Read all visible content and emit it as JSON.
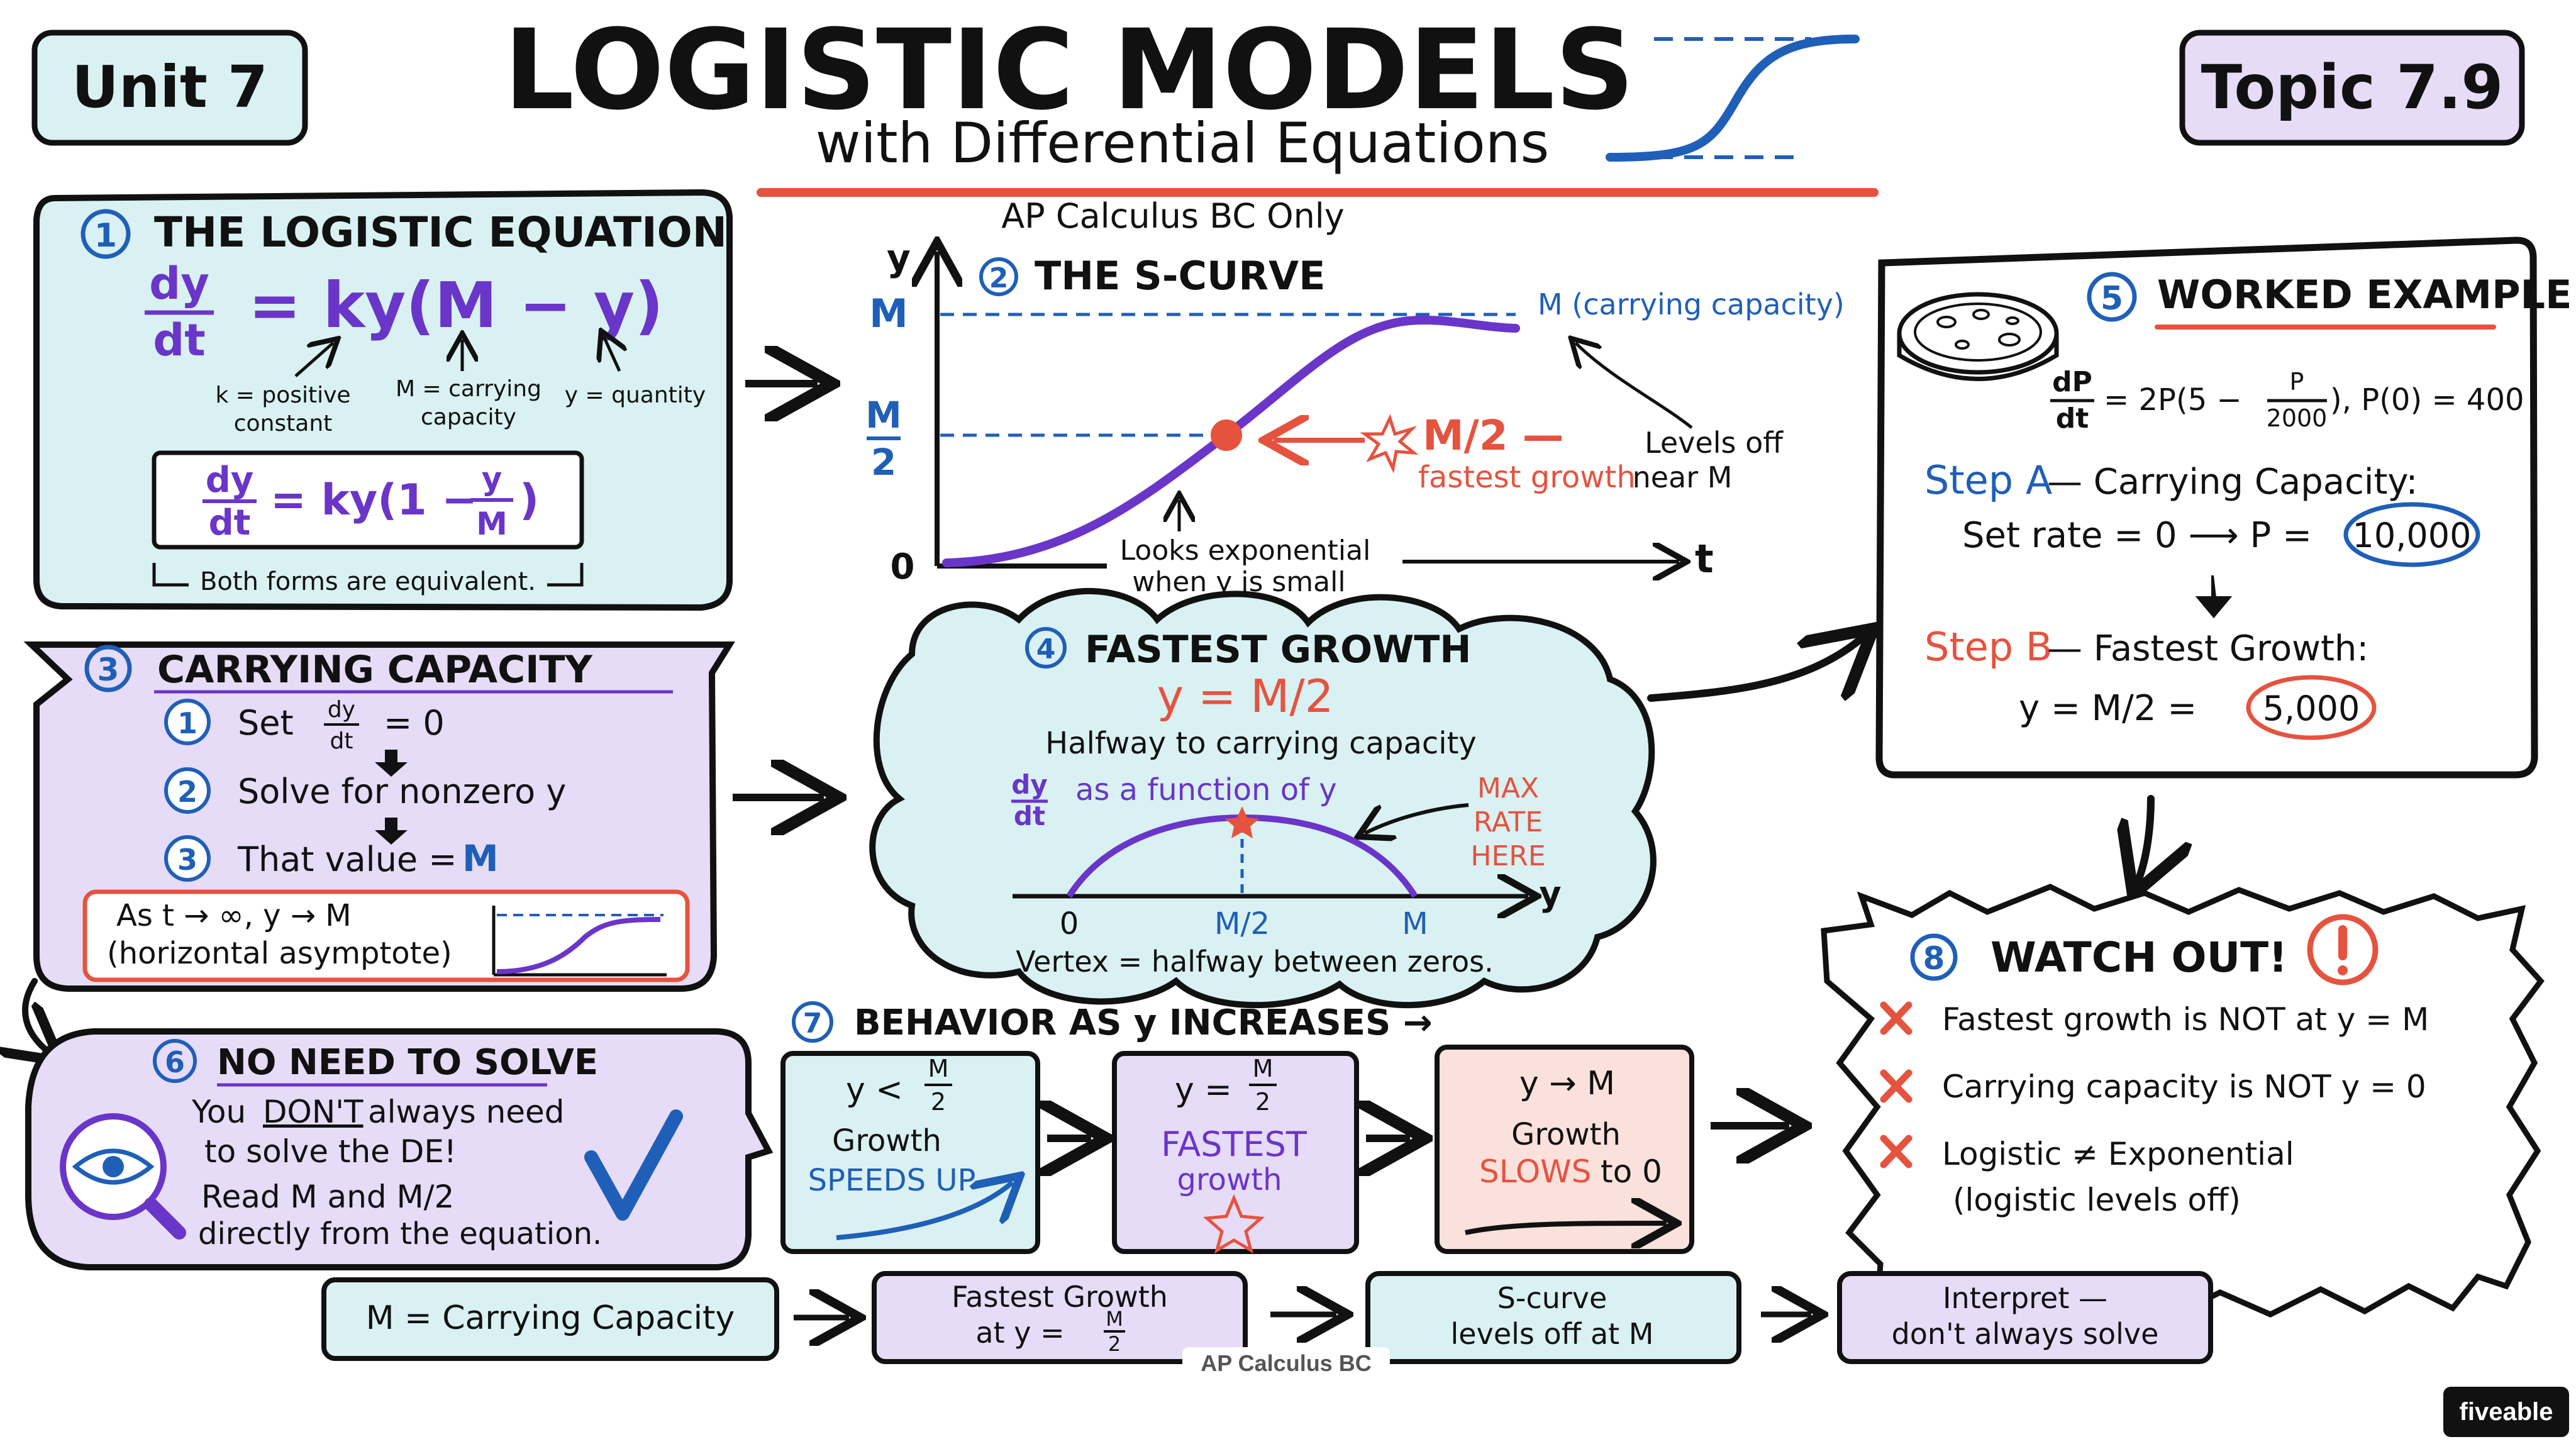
{
  "header": {
    "unit_badge": "Unit 7",
    "topic_badge": "Topic 7.9",
    "title": "LOGISTIC MODELS",
    "subtitle": "with Differential Equations",
    "course_note": "AP Calculus BC Only"
  },
  "section1": {
    "number": "1",
    "title": "THE LOGISTIC EQUATION",
    "eq_dy": "dy",
    "eq_dt": "dt",
    "eq_rhs": "= ky(M − y)",
    "label_k": [
      "k = positive",
      "constant"
    ],
    "label_M": [
      "M = carrying",
      "capacity"
    ],
    "label_y": "y = quantity",
    "alt_rhs_left": "= ky(1 −",
    "alt_frac_top": "y",
    "alt_frac_bottom": "M",
    "alt_rhs_right": ")",
    "note": "Both forms are equivalent."
  },
  "section2": {
    "number": "2",
    "title": "THE S-CURVE",
    "y_axis": "y",
    "x_axis": "t",
    "label_M": "M",
    "label_M2_top": "M",
    "label_M2_bottom": "2",
    "label_zero": "0",
    "carrying_label": "M (carrying capacity)",
    "mid_label": "M/2 —",
    "mid_sub": "fastest growth",
    "levels_off": [
      "Levels off",
      "near M"
    ],
    "looks_exp": [
      "Looks exponential",
      "when y is small"
    ]
  },
  "section3": {
    "number": "3",
    "title": "CARRYING CAPACITY",
    "steps": [
      {
        "num": "1",
        "pre": "Set",
        "frac_top": "dy",
        "frac_bottom": "dt",
        "post": "= 0"
      },
      {
        "num": "2",
        "pre": "Solve for nonzero y"
      },
      {
        "num": "3",
        "pre": "That value =",
        "post": "M"
      }
    ],
    "limit_line1": "As t → ∞,  y → M",
    "limit_line2": "(horizontal asymptote)"
  },
  "section4": {
    "number": "4",
    "title": "FASTEST GROWTH",
    "formula": "y = M/2",
    "line1": "Halfway to carrying capacity",
    "frac_top": "dy",
    "frac_bottom": "dt",
    "func_label": "as a function of y",
    "max_rate": [
      "MAX",
      "RATE",
      "HERE"
    ],
    "tick_zero": "0",
    "tick_mid": "M/2",
    "tick_M": "M",
    "axis_y": "y",
    "vertex_note": "Vertex = halfway between zeros."
  },
  "section5": {
    "number": "5",
    "title": "WORKED EXAMPLE",
    "eq_dP": "dP",
    "eq_dt": "dt",
    "eq_mid": "= 2P(5 −",
    "eq_frac_top": "P",
    "eq_frac_bottom": "2000",
    "eq_end": "),  P(0) = 400",
    "stepA_label": "Step A",
    "stepA_text": "— Carrying Capacity:",
    "stepA_work": "Set rate = 0  ⟶  P =",
    "stepA_answer": "10,000",
    "stepB_label": "Step B",
    "stepB_text": "— Fastest Growth:",
    "stepB_work": "y = M/2 =",
    "stepB_answer": "5,000"
  },
  "section6": {
    "number": "6",
    "title": "NO NEED TO SOLVE",
    "line1_a": "You",
    "line1_b": "DON'T",
    "line1_c": "always need",
    "line2": "to solve the DE!",
    "line3": "Read M and M/2",
    "line4": "directly from the equation."
  },
  "section7": {
    "number": "7",
    "title": "BEHAVIOR AS y INCREASES →",
    "box1_cond_pre": "y <",
    "box1_frac_top": "M",
    "box1_frac_bottom": "2",
    "box1_l1": "Growth",
    "box1_l2": "SPEEDS UP",
    "box2_cond_pre": "y =",
    "box2_frac_top": "M",
    "box2_frac_bottom": "2",
    "box2_l1": "FASTEST",
    "box2_l2": "growth",
    "box3_cond": "y → M",
    "box3_l1": "Growth",
    "box3_l2a": "SLOWS",
    "box3_l2b": "to 0"
  },
  "section8": {
    "number": "8",
    "title": "WATCH OUT!",
    "items": [
      "Fastest growth is NOT at y = M",
      "Carrying capacity is NOT y = 0",
      "Logistic ≠ Exponential"
    ],
    "item3_sub": "(logistic levels off)"
  },
  "summary": {
    "s1": "M = Carrying Capacity",
    "s2_l1": "Fastest Growth",
    "s2_l2": "at y =",
    "s2_frac_top": "M",
    "s2_frac_bottom": "2",
    "s3_l1": "S-curve",
    "s3_l2": "levels off at M",
    "s4_l1": "Interpret —",
    "s4_l2": "don't always solve"
  },
  "footer": {
    "caption": "AP Calculus BC",
    "brand": "fiveable"
  },
  "colors": {
    "ink": "#111111",
    "purple": "#6a35c9",
    "blue": "#1f5fb8",
    "red": "#e5533f",
    "teal_fill": "#d9f1f2",
    "lavender_fill": "#e6dcf7",
    "pink_fill": "#fbe1dc"
  }
}
